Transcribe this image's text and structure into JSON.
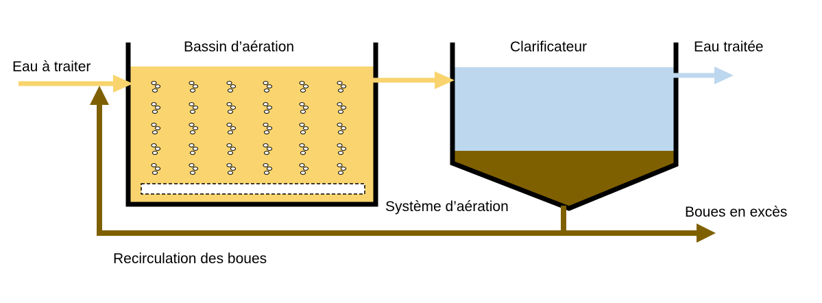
{
  "labels": {
    "input": "Eau à traiter",
    "aeration_tank": "Bassin d’aération",
    "clarifier": "Clarificateur",
    "output": "Eau traitée",
    "aeration_system": "Système d’aération",
    "excess_sludge": "Boues en excès",
    "recirculation": "Recirculation des boues"
  },
  "colors": {
    "raw_water": "#f9d46e",
    "tank_fill": "#fad56f",
    "treated_water": "#bdd7ee",
    "sludge": "#7f6000",
    "wall": "#000000"
  }
}
